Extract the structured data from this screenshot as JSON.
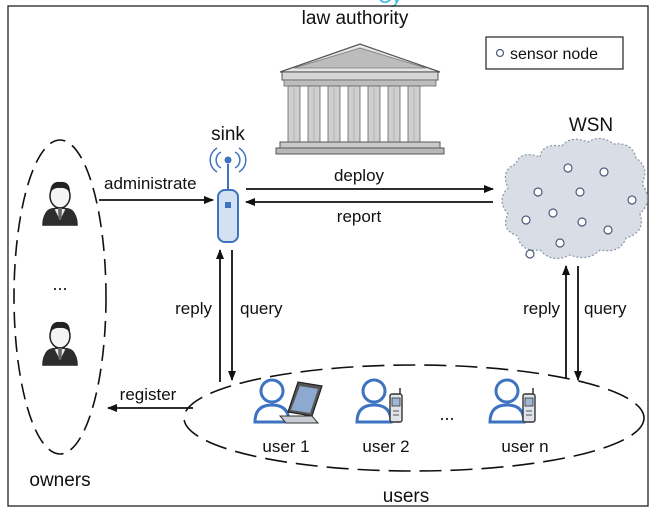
{
  "header_fragment": "Cy",
  "diagram": {
    "law_authority": "law authority",
    "legend": {
      "label": "sensor node"
    },
    "sink": "sink",
    "wsn": "WSN",
    "owners": {
      "label": "owners",
      "ellipsis": "...",
      "members": [
        "owner-1",
        "owner-2"
      ]
    },
    "edges": {
      "administrate": "administrate",
      "deploy": "deploy",
      "report": "report",
      "reply_left": "reply",
      "query_left": "query",
      "reply_right": "reply",
      "query_right": "query",
      "register": "register"
    },
    "users": {
      "label": "users",
      "ellipsis": "...",
      "items": [
        {
          "label": "user 1",
          "device": "laptop-icon"
        },
        {
          "label": "user 2",
          "device": "phone-icon"
        },
        {
          "label": "user n",
          "device": "phone-icon"
        }
      ]
    },
    "colors": {
      "person_blue": "#3d73c1",
      "person_dark": "#222222",
      "cloud": "#d8dde6",
      "sensor_stroke": "#4a5c78",
      "header_fragment": "#35b7e8"
    }
  }
}
